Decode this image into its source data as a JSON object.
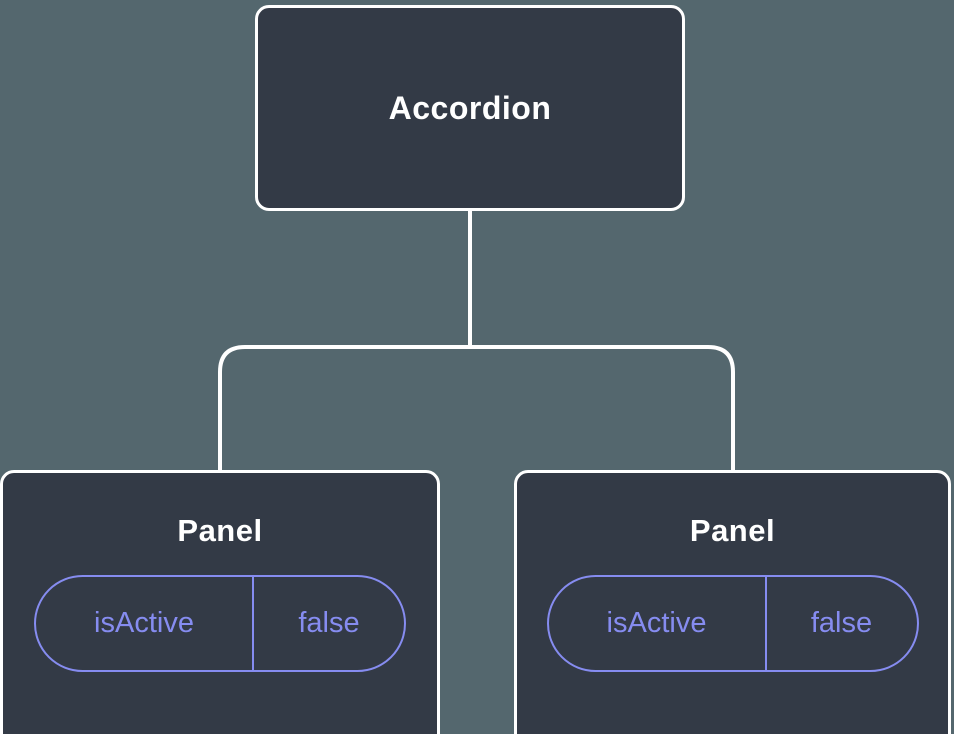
{
  "colors": {
    "background": "#54676e",
    "node_fill": "#333a46",
    "node_border": "#ffffff",
    "accent": "#868cf0",
    "connector": "#ffffff"
  },
  "diagram": {
    "root": {
      "label": "Accordion"
    },
    "children": [
      {
        "label": "Panel",
        "props": [
          {
            "name": "isActive",
            "value": "false"
          }
        ]
      },
      {
        "label": "Panel",
        "props": [
          {
            "name": "isActive",
            "value": "false"
          }
        ]
      }
    ]
  }
}
